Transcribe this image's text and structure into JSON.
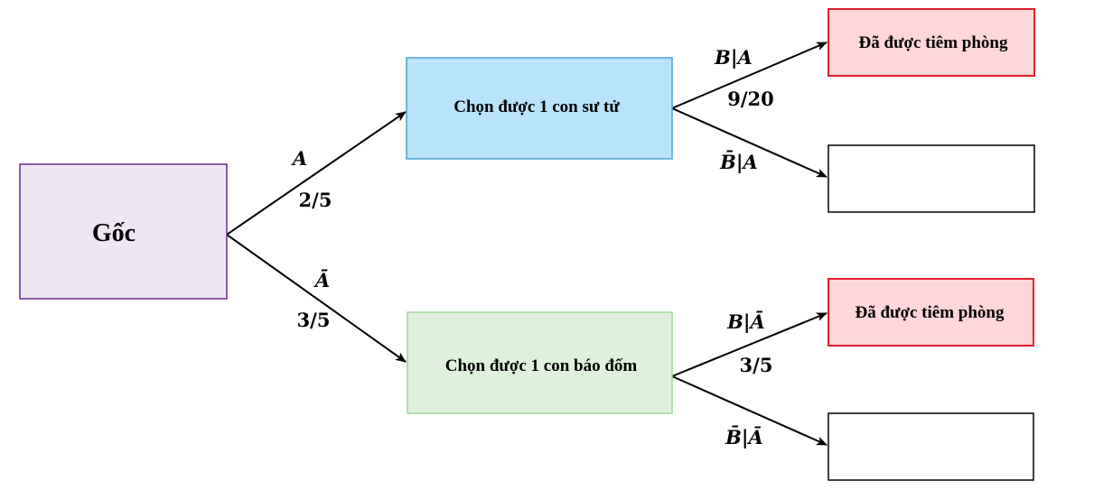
{
  "nodes": {
    "root": {
      "label": "Gốc",
      "fill": "#efe6f3",
      "stroke": "#6a2a8a"
    },
    "lion": {
      "label": "Chọn được 1 con sư tử",
      "fill": "#b9e2fb",
      "stroke": "#4aa3d8"
    },
    "leopard": {
      "label": "Chọn được 1 con báo đốm",
      "fill": "#dff1dc",
      "stroke": "#9fd49a"
    },
    "lion_vaccinated": {
      "label": "Đã được tiêm phòng",
      "fill": "#ffd6d9",
      "stroke": "#e0202e"
    },
    "lion_not_vaccinated": {
      "label": "",
      "fill": "#ffffff",
      "stroke": "#000000"
    },
    "leopard_vaccinated": {
      "label": "Đã được tiêm phòng",
      "fill": "#ffd6d9",
      "stroke": "#e0202e"
    },
    "leopard_not_vaccinated": {
      "label": "",
      "fill": "#ffffff",
      "stroke": "#000000"
    }
  },
  "edges": {
    "root_to_lion": {
      "event": "A",
      "prob": "2/5"
    },
    "root_to_leopard": {
      "event": "Ā",
      "prob": "3/5"
    },
    "lion_to_vaccinated": {
      "event": "B|A",
      "prob": "9/20"
    },
    "lion_to_not_vaccinated": {
      "event": "B̄|A",
      "prob": ""
    },
    "leopard_to_vaccinated": {
      "event": "B|Ā",
      "prob": "3/5"
    },
    "leopard_to_not_vaccinated": {
      "event": "B̄|Ā",
      "prob": ""
    }
  }
}
